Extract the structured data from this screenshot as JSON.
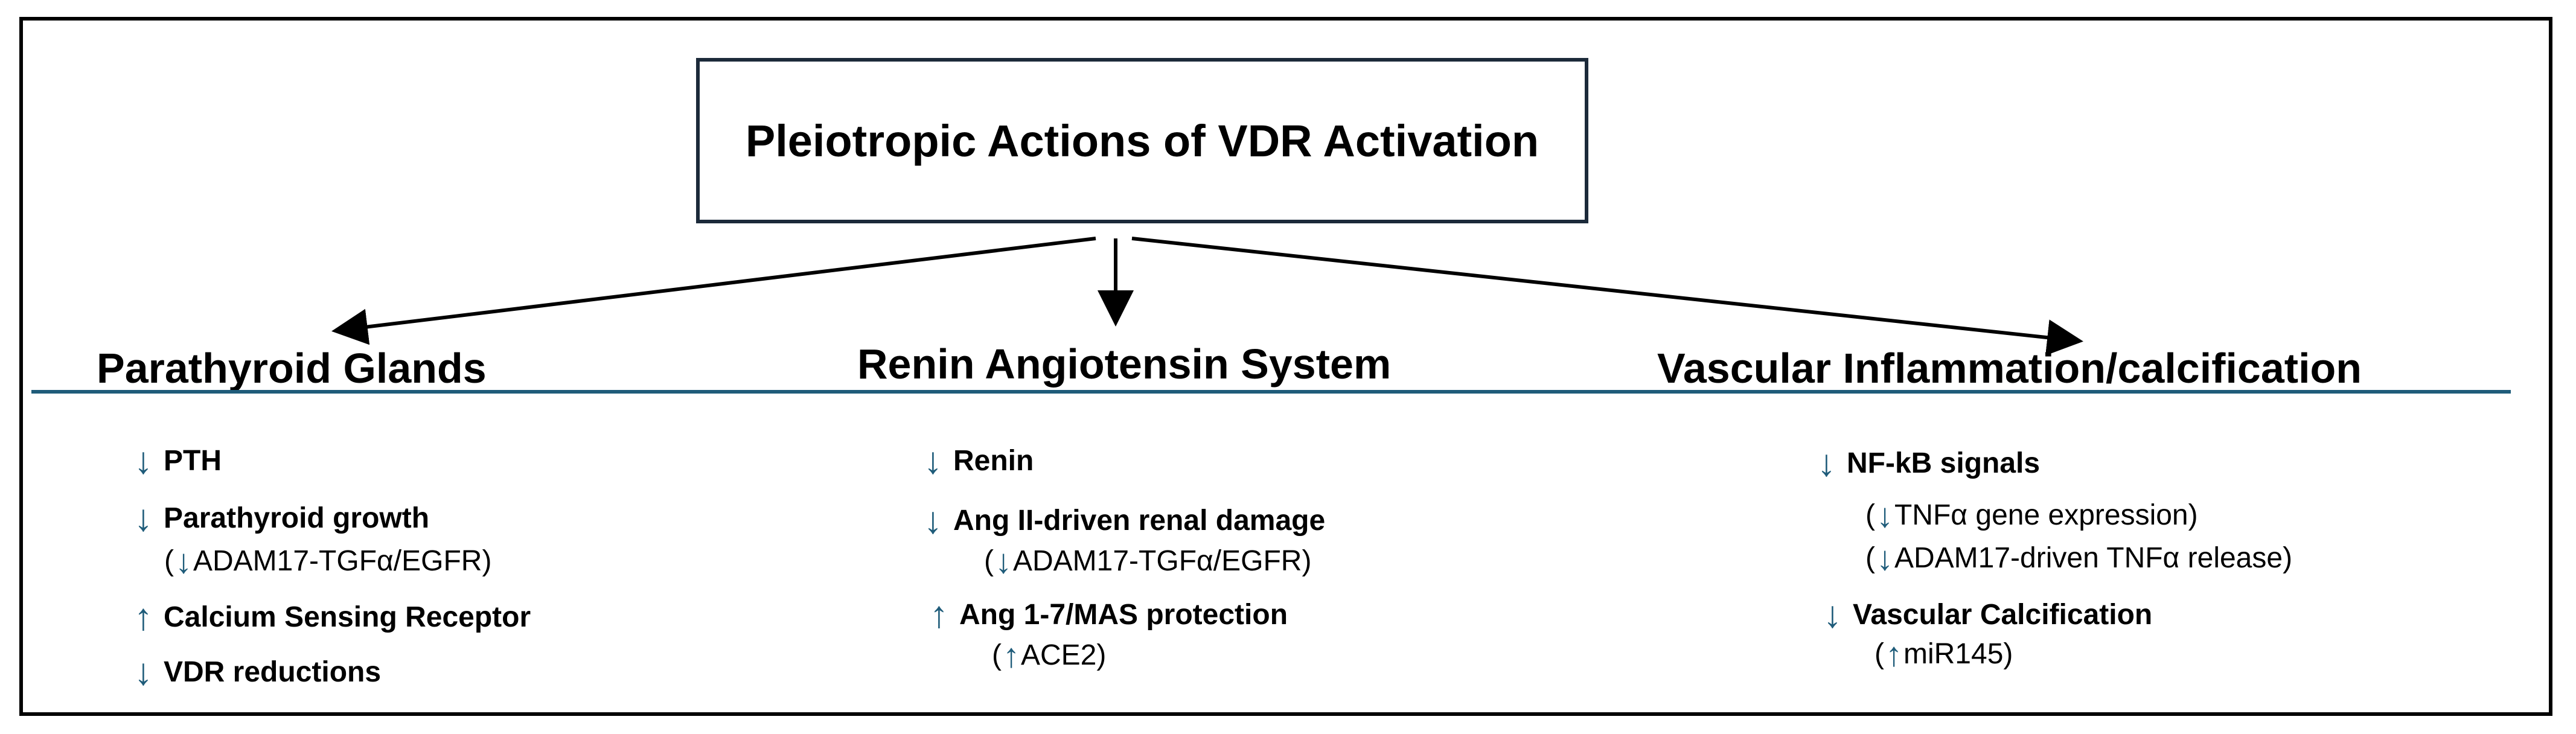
{
  "title": "Pleiotropic Actions of VDR Activation",
  "colors": {
    "accent": "#1f5c7a",
    "border": "#000000"
  },
  "icons": {
    "down": "arrow-down-icon",
    "up": "arrow-up-icon"
  },
  "symbols": {
    "down": "↓",
    "up": "↑",
    "open_paren": "(",
    "close_paren": ")"
  },
  "columns": [
    {
      "heading": "Parathyroid Glands",
      "lines": [
        {
          "label": "PTH"
        },
        {
          "label": "Parathyroid growth"
        },
        {
          "label": "ADAM17-TGFα/EGFR)"
        },
        {
          "label": "Calcium Sensing Receptor"
        },
        {
          "label": "VDR  reductions"
        }
      ]
    },
    {
      "heading": "Renin Angiotensin System",
      "lines": [
        {
          "label": "Renin"
        },
        {
          "label": "Ang II-driven renal damage"
        },
        {
          "label": "ADAM17-TGFα/EGFR)"
        },
        {
          "label": "Ang 1-7/MAS protection"
        },
        {
          "label": "ACE2)"
        }
      ]
    },
    {
      "heading": "Vascular Inflammation/calcification",
      "lines": [
        {
          "label": "NF-kB signals"
        },
        {
          "label": "TNFα gene expression)"
        },
        {
          "label": "ADAM17-driven TNFα release)"
        },
        {
          "label": "Vascular Calcification"
        },
        {
          "label": "miR145)"
        }
      ]
    }
  ]
}
